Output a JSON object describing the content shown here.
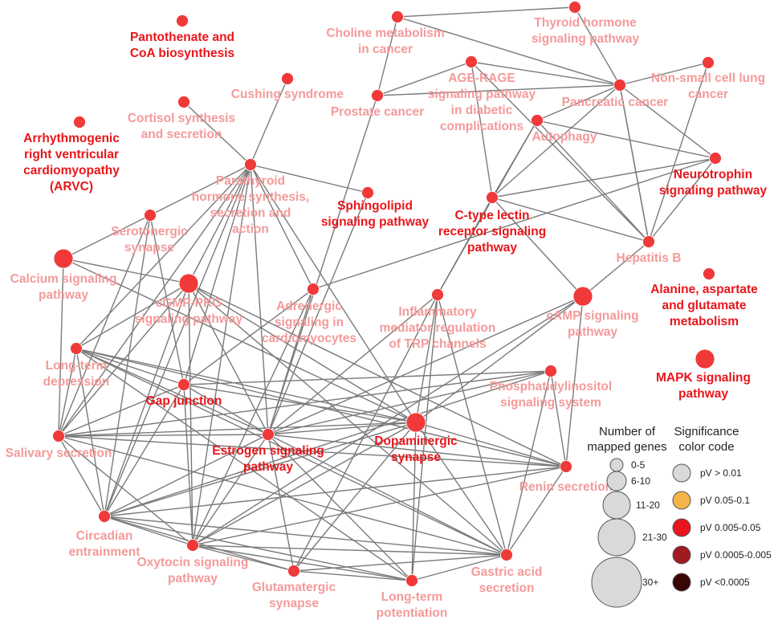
{
  "colors": {
    "node": "#f03a3a",
    "label_highlight": "#e8161b",
    "label_faded": "#f49a9a",
    "edge": "#7a7a7a",
    "legend_grey": "#d9d9d9"
  },
  "nodes": [
    {
      "id": "pantothenate",
      "lines": [
        "Pantothenate and",
        "CoA biosynthesis"
      ],
      "size": "small",
      "highlight": true
    },
    {
      "id": "arvc",
      "lines": [
        "Arrhythmogenic",
        "right ventricular",
        "cardiomyopathy",
        "(ARVC)"
      ],
      "size": "small",
      "highlight": true
    },
    {
      "id": "choline",
      "lines": [
        "Choline metabolism",
        "in cancer"
      ],
      "size": "small",
      "highlight": false
    },
    {
      "id": "thyroid",
      "lines": [
        "Thyroid hormone",
        "signaling pathway"
      ],
      "size": "small",
      "highlight": false
    },
    {
      "id": "cushing",
      "lines": [
        "Cushing syndrome"
      ],
      "size": "small",
      "highlight": false
    },
    {
      "id": "cortisol",
      "lines": [
        "Cortisol synthesis",
        "and secretion"
      ],
      "size": "small",
      "highlight": false
    },
    {
      "id": "agerage",
      "lines": [
        "AGE-RAGE",
        "signaling pathway",
        "in diabetic",
        "complications"
      ],
      "size": "small",
      "highlight": false
    },
    {
      "id": "prostate",
      "lines": [
        "Prostate cancer"
      ],
      "size": "small",
      "highlight": false
    },
    {
      "id": "nsclc",
      "lines": [
        "Non-small cell lung",
        "cancer"
      ],
      "size": "small",
      "highlight": false
    },
    {
      "id": "pancreatic",
      "lines": [
        "Pancreatic cancer"
      ],
      "size": "small",
      "highlight": false
    },
    {
      "id": "autophagy",
      "lines": [
        "Autophagy"
      ],
      "size": "small",
      "highlight": false
    },
    {
      "id": "neurotrophin",
      "lines": [
        "Neurotrophin",
        "signaling pathway"
      ],
      "size": "small",
      "highlight": true
    },
    {
      "id": "parathyroid",
      "lines": [
        "Parathyroid",
        "hormone synthesis,",
        "secretion and",
        "action"
      ],
      "size": "small",
      "highlight": false
    },
    {
      "id": "sphingolipid",
      "lines": [
        "Sphingolipid",
        "signaling pathway"
      ],
      "size": "small",
      "highlight": true
    },
    {
      "id": "ctype",
      "lines": [
        "C-type lectin",
        "receptor signaling",
        "pathway"
      ],
      "size": "small",
      "highlight": true
    },
    {
      "id": "hepatitisb",
      "lines": [
        "Hepatitis B"
      ],
      "size": "small",
      "highlight": false
    },
    {
      "id": "alanine",
      "lines": [
        "Alanine, aspartate",
        "and glutamate",
        "metabolism"
      ],
      "size": "small",
      "highlight": true
    },
    {
      "id": "serotonergic",
      "lines": [
        "Serotonergic",
        "synapse"
      ],
      "size": "small",
      "highlight": false
    },
    {
      "id": "calcium",
      "lines": [
        "Calcium signaling",
        "pathway"
      ],
      "size": "large",
      "highlight": false
    },
    {
      "id": "cgmp",
      "lines": [
        "cGMP-PKG",
        "signaling pathway"
      ],
      "size": "large",
      "highlight": false
    },
    {
      "id": "adrenergic",
      "lines": [
        "Adrenergic",
        "signaling in",
        "cardiomyocytes"
      ],
      "size": "small",
      "highlight": false
    },
    {
      "id": "inflammatory",
      "lines": [
        "Inflammatory",
        "mediator regulation",
        "of TRP channels"
      ],
      "size": "small",
      "highlight": false
    },
    {
      "id": "camp",
      "lines": [
        "cAMP signaling",
        "pathway"
      ],
      "size": "large",
      "highlight": false
    },
    {
      "id": "mapk",
      "lines": [
        "MAPK signaling",
        "pathway"
      ],
      "size": "large",
      "highlight": true
    },
    {
      "id": "ltd",
      "lines": [
        "Long-term",
        "depression"
      ],
      "size": "small",
      "highlight": false
    },
    {
      "id": "gap",
      "lines": [
        "Gap junction"
      ],
      "size": "small",
      "highlight": true
    },
    {
      "id": "pi",
      "lines": [
        "Phosphatidylinositol",
        "signaling system"
      ],
      "size": "small",
      "highlight": false
    },
    {
      "id": "salivary",
      "lines": [
        "Salivary secretion"
      ],
      "size": "small",
      "highlight": false
    },
    {
      "id": "estrogen",
      "lines": [
        "Estrogen signaling",
        "pathway"
      ],
      "size": "small",
      "highlight": true
    },
    {
      "id": "dopaminergic",
      "lines": [
        "Dopaminergic",
        "synapse"
      ],
      "size": "large",
      "highlight": true
    },
    {
      "id": "renin",
      "lines": [
        "Renin secretion"
      ],
      "size": "small",
      "highlight": false
    },
    {
      "id": "circadian",
      "lines": [
        "Circadian",
        "entrainment"
      ],
      "size": "small",
      "highlight": false
    },
    {
      "id": "oxytocin",
      "lines": [
        "Oxytocin signaling",
        "pathway"
      ],
      "size": "small",
      "highlight": false
    },
    {
      "id": "glutamatergic",
      "lines": [
        "Glutamatergic",
        "synapse"
      ],
      "size": "small",
      "highlight": false
    },
    {
      "id": "ltp",
      "lines": [
        "Long-term",
        "potentiation"
      ],
      "size": "small",
      "highlight": false
    },
    {
      "id": "gastric",
      "lines": [
        "Gastric acid",
        "secretion"
      ],
      "size": "small",
      "highlight": false
    }
  ],
  "edges": [
    [
      "cushing",
      "parathyroid"
    ],
    [
      "cortisol",
      "parathyroid"
    ],
    [
      "parathyroid",
      "sphingolipid"
    ],
    [
      "parathyroid",
      "serotonergic"
    ],
    [
      "parathyroid",
      "cgmp"
    ],
    [
      "parathyroid",
      "gap"
    ],
    [
      "parathyroid",
      "estrogen"
    ],
    [
      "parathyroid",
      "oxytocin"
    ],
    [
      "parathyroid",
      "ltd"
    ],
    [
      "parathyroid",
      "circadian"
    ],
    [
      "parathyroid",
      "salivary"
    ],
    [
      "parathyroid",
      "dopaminergic"
    ],
    [
      "parathyroid",
      "adrenergic"
    ],
    [
      "choline",
      "prostate"
    ],
    [
      "choline",
      "thyroid"
    ],
    [
      "choline",
      "pancreatic"
    ],
    [
      "prostate",
      "agerage"
    ],
    [
      "prostate",
      "estrogen"
    ],
    [
      "prostate",
      "pancreatic"
    ],
    [
      "agerage",
      "pancreatic"
    ],
    [
      "agerage",
      "ctype"
    ],
    [
      "agerage",
      "hepatitisb"
    ],
    [
      "thyroid",
      "pancreatic"
    ],
    [
      "nsclc",
      "pancreatic"
    ],
    [
      "nsclc",
      "hepatitisb"
    ],
    [
      "pancreatic",
      "autophagy"
    ],
    [
      "pancreatic",
      "neurotrophin"
    ],
    [
      "pancreatic",
      "ctype"
    ],
    [
      "pancreatic",
      "hepatitisb"
    ],
    [
      "autophagy",
      "ctype"
    ],
    [
      "autophagy",
      "hepatitisb"
    ],
    [
      "autophagy",
      "neurotrophin"
    ],
    [
      "autophagy",
      "inflammatory"
    ],
    [
      "neurotrophin",
      "hepatitisb"
    ],
    [
      "neurotrophin",
      "ctype"
    ],
    [
      "neurotrophin",
      "adrenergic"
    ],
    [
      "ctype",
      "hepatitisb"
    ],
    [
      "ctype",
      "camp"
    ],
    [
      "ctype",
      "inflammatory"
    ],
    [
      "hepatitisb",
      "camp"
    ],
    [
      "hepatitisb",
      "pancreatic"
    ],
    [
      "sphingolipid",
      "estrogen"
    ],
    [
      "serotonergic",
      "calcium"
    ],
    [
      "serotonergic",
      "gap"
    ],
    [
      "serotonergic",
      "salivary"
    ],
    [
      "serotonergic",
      "circadian"
    ],
    [
      "calcium",
      "cgmp"
    ],
    [
      "calcium",
      "salivary"
    ],
    [
      "calcium",
      "dopaminergic"
    ],
    [
      "cgmp",
      "ltd"
    ],
    [
      "cgmp",
      "salivary"
    ],
    [
      "cgmp",
      "circadian"
    ],
    [
      "cgmp",
      "oxytocin"
    ],
    [
      "cgmp",
      "estrogen"
    ],
    [
      "cgmp",
      "dopaminergic"
    ],
    [
      "cgmp",
      "renin"
    ],
    [
      "cgmp",
      "gastric"
    ],
    [
      "adrenergic",
      "estrogen"
    ],
    [
      "adrenergic",
      "oxytocin"
    ],
    [
      "adrenergic",
      "gap"
    ],
    [
      "inflammatory",
      "estrogen"
    ],
    [
      "inflammatory",
      "ltp"
    ],
    [
      "inflammatory",
      "gastric"
    ],
    [
      "inflammatory",
      "glutamatergic"
    ],
    [
      "inflammatory",
      "dopaminergic"
    ],
    [
      "camp",
      "estrogen"
    ],
    [
      "camp",
      "dopaminergic"
    ],
    [
      "camp",
      "renin"
    ],
    [
      "camp",
      "oxytocin"
    ],
    [
      "ltd",
      "gap"
    ],
    [
      "ltd",
      "salivary"
    ],
    [
      "ltd",
      "circadian"
    ],
    [
      "ltd",
      "estrogen"
    ],
    [
      "ltd",
      "dopaminergic"
    ],
    [
      "ltd",
      "renin"
    ],
    [
      "ltd",
      "gastric"
    ],
    [
      "ltd",
      "ltp"
    ],
    [
      "gap",
      "salivary"
    ],
    [
      "gap",
      "estrogen"
    ],
    [
      "gap",
      "oxytocin"
    ],
    [
      "gap",
      "circadian"
    ],
    [
      "gap",
      "pi"
    ],
    [
      "gap",
      "dopaminergic"
    ],
    [
      "pi",
      "estrogen"
    ],
    [
      "pi",
      "salivary"
    ],
    [
      "pi",
      "renin"
    ],
    [
      "pi",
      "gastric"
    ],
    [
      "pi",
      "circadian"
    ],
    [
      "salivary",
      "estrogen"
    ],
    [
      "salivary",
      "dopaminergic"
    ],
    [
      "salivary",
      "renin"
    ],
    [
      "salivary",
      "circadian"
    ],
    [
      "salivary",
      "oxytocin"
    ],
    [
      "salivary",
      "gastric"
    ],
    [
      "estrogen",
      "dopaminergic"
    ],
    [
      "estrogen",
      "renin"
    ],
    [
      "estrogen",
      "circadian"
    ],
    [
      "estrogen",
      "oxytocin"
    ],
    [
      "estrogen",
      "glutamatergic"
    ],
    [
      "estrogen",
      "ltp"
    ],
    [
      "estrogen",
      "gastric"
    ],
    [
      "dopaminergic",
      "renin"
    ],
    [
      "dopaminergic",
      "gastric"
    ],
    [
      "dopaminergic",
      "oxytocin"
    ],
    [
      "dopaminergic",
      "circadian"
    ],
    [
      "dopaminergic",
      "ltp"
    ],
    [
      "dopaminergic",
      "glutamatergic"
    ],
    [
      "renin",
      "circadian"
    ],
    [
      "renin",
      "oxytocin"
    ],
    [
      "renin",
      "gastric"
    ],
    [
      "circadian",
      "oxytocin"
    ],
    [
      "circadian",
      "gastric"
    ],
    [
      "circadian",
      "glutamatergic"
    ],
    [
      "circadian",
      "ltp"
    ],
    [
      "oxytocin",
      "glutamatergic"
    ],
    [
      "oxytocin",
      "ltp"
    ],
    [
      "oxytocin",
      "gastric"
    ],
    [
      "glutamatergic",
      "ltp"
    ],
    [
      "glutamatergic",
      "gastric"
    ],
    [
      "ltp",
      "gastric"
    ]
  ],
  "legend": {
    "size_title": [
      "Number of",
      "mapped genes"
    ],
    "sizes": [
      {
        "label": "0-5",
        "r": 8
      },
      {
        "label": "6-10",
        "r": 12
      },
      {
        "label": "11-20",
        "r": 17
      },
      {
        "label": "21-30",
        "r": 23
      },
      {
        "label": "30+",
        "r": 31
      }
    ],
    "color_title": [
      "Significance",
      "color code"
    ],
    "colors": [
      {
        "label": "pV > 0.01",
        "color": "#d9d9d9"
      },
      {
        "label": "pV 0.05-0.1",
        "color": "#f5b44a"
      },
      {
        "label": "pV 0.005-0.05",
        "color": "#e8161b"
      },
      {
        "label": "pV 0.0005-0.005",
        "color": "#a11a1f"
      },
      {
        "label": "pV <0.0005",
        "color": "#3a0505"
      }
    ]
  }
}
